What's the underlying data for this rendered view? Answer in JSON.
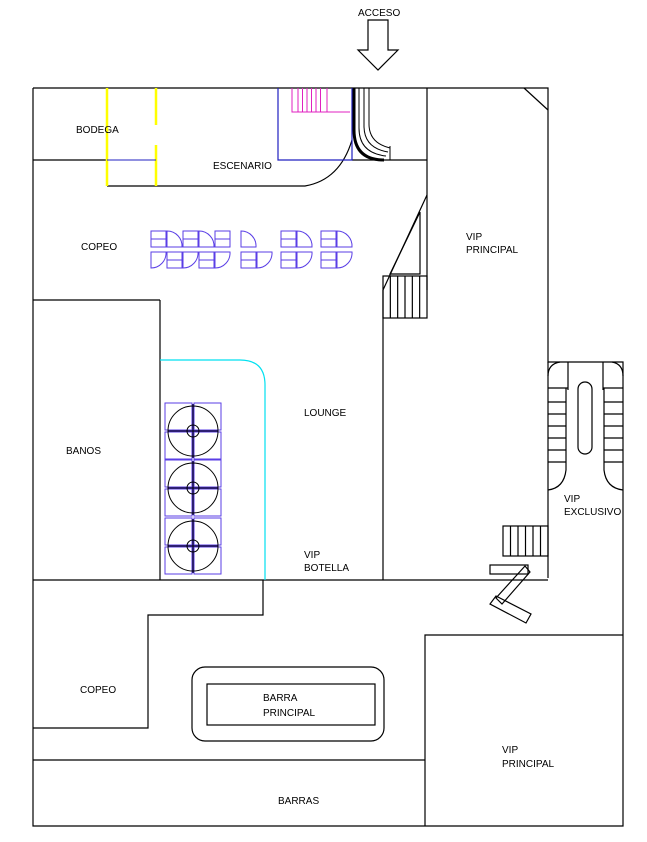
{
  "title": "Floor plan",
  "labels": {
    "acceso": "ACCESO",
    "bodega": "BODEGA",
    "escenario": "ESCENARIO",
    "copeo_top": "COPEO",
    "vip_principal_top_1": "VIP",
    "vip_principal_top_2": "PRINCIPAL",
    "banos": "BANOS",
    "lounge": "LOUNGE",
    "vip_botella_1": "VIP",
    "vip_botella_2": "BOTELLA",
    "vip_exclusivo_1": "VIP",
    "vip_exclusivo_2": "EXCLUSIVO",
    "copeo_bottom": "COPEO",
    "barra_principal_1": "BARRA",
    "barra_principal_2": "PRINCIPAL",
    "vip_principal_bottom_1": "VIP",
    "vip_principal_bottom_2": "PRINCIPAL",
    "barras": "BARRAS"
  },
  "colors": {
    "walls": "#000000",
    "furniture": "#5a3ee6",
    "stage_stairs": "#e020c0",
    "stage": "#2020c0",
    "bodega_shelves": "#ffff00",
    "lounge_divider": "#00e0f0"
  }
}
